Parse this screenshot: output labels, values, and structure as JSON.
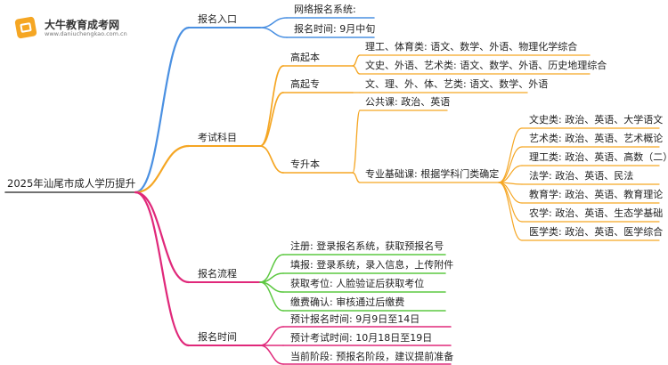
{
  "brand": {
    "name": "大牛教育成考网",
    "url": "www.daniuchengkao.com.cn"
  },
  "colors": {
    "blue": "#4a90e2",
    "orange": "#f5a623",
    "pink": "#e0287a",
    "green": "#5cc840"
  },
  "root": "2025年汕尾市成人学历提升",
  "branches": {
    "entry": {
      "label": "报名入口",
      "items": [
        "网络报名系统:",
        "报名时间: 9月中旬"
      ]
    },
    "subjects": {
      "label": "考试科目",
      "gqb": {
        "label": "高起本",
        "items": [
          "理工、体育类: 语文、数学、外语、物理化学综合",
          "文史、外语、艺术类: 语文、数学、外语、历史地理综合"
        ]
      },
      "gqz": {
        "label": "高起专",
        "items": [
          "文、理、外、体、艺类: 语文、数学、外语"
        ]
      },
      "zsb": {
        "label": "专升本",
        "public": "公共课: 政治、英语",
        "major": {
          "label": "专业基础课: 根据学科门类确定",
          "items": [
            "文史类: 政治、英语、大学语文",
            "艺术类: 政治、英语、艺术概论",
            "理工类: 政治、英语、高数（二）",
            "法学: 政治、英语、民法",
            "教育学: 政治、英语、教育理论",
            "农学: 政治、英语、生态学基础",
            "医学类: 政治、英语、医学综合"
          ]
        }
      }
    },
    "process": {
      "label": "报名流程",
      "items": [
        "注册: 登录报名系统，获取预报名号",
        "填报: 登录系统，录入信息，上传附件",
        "获取考位: 人脸验证后获取考位",
        "缴费确认: 审核通过后缴费"
      ]
    },
    "time": {
      "label": "报名时间",
      "items": [
        "预计报名时间: 9月9日至14日",
        "预计考试时间: 10月18日至19日",
        "当前阶段: 预报名阶段，建议提前准备"
      ]
    }
  }
}
